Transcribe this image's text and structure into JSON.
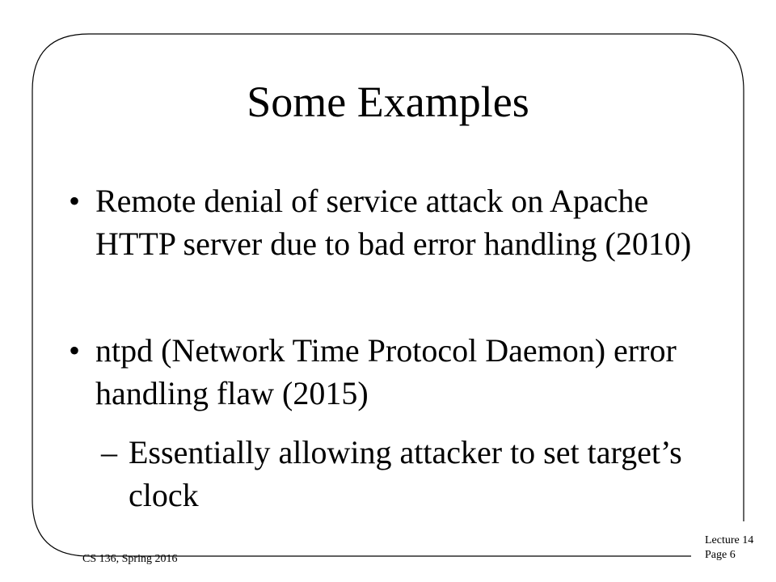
{
  "slide": {
    "title": "Some Examples",
    "bullets": [
      {
        "marker": "•",
        "text": "Remote denial of service attack on Apache HTTP server due to bad error handling (2010)"
      },
      {
        "marker": "•",
        "text": "ntpd (Network Time Protocol Daemon) error handling flaw (2015)"
      }
    ],
    "sub_bullets": [
      {
        "marker": "–",
        "text": "Essentially allowing attacker to set target’s clock"
      }
    ]
  },
  "footer": {
    "course": "CS 136, Spring 2016",
    "lecture": "Lecture 14",
    "page": "Page 6"
  },
  "colors": {
    "frame": "#000000",
    "text": "#000000",
    "background": "#ffffff"
  }
}
